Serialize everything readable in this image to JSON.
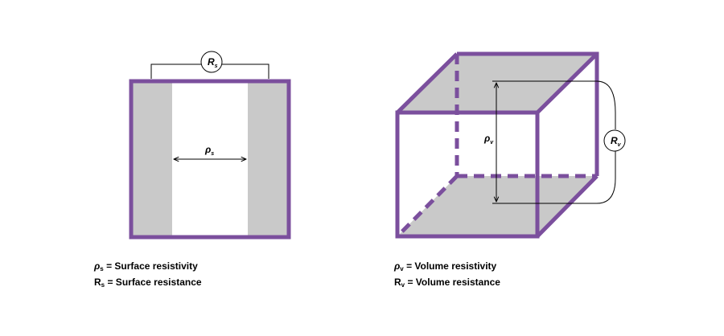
{
  "colors": {
    "frame": "#7b4f9d",
    "fill": "#c9c9c9",
    "line": "#000000",
    "background": "#ffffff"
  },
  "surface": {
    "rho_symbol": "ρ",
    "rho_sub": "s",
    "r_symbol": "R",
    "r_sub": "s",
    "legend": [
      {
        "symbol": "ρ",
        "sub": "s",
        "text": "= Surface resistivity"
      },
      {
        "symbol": "R",
        "sub": "s",
        "text": "= Surface resistance"
      }
    ]
  },
  "volume": {
    "rho_symbol": "ρ",
    "rho_sub": "v",
    "r_symbol": "R",
    "r_sub": "v",
    "legend": [
      {
        "symbol": "ρ",
        "sub": "v",
        "text": "= Volume resistivity"
      },
      {
        "symbol": "R",
        "sub": "v",
        "text": "= Volume resistance"
      }
    ]
  }
}
